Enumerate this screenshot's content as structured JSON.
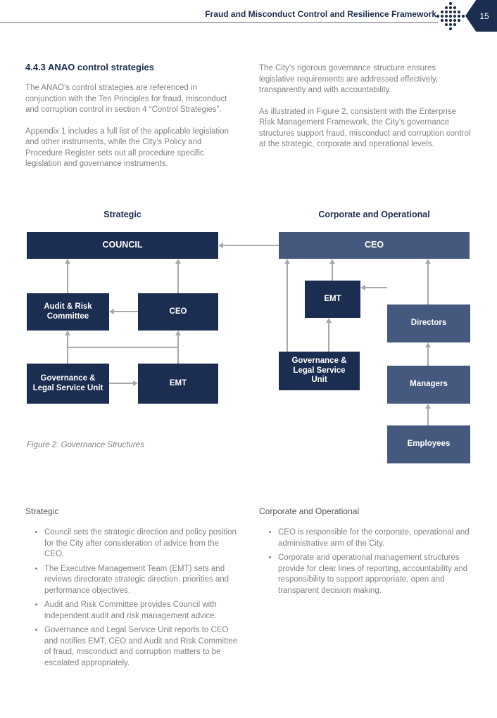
{
  "header": {
    "title": "Fraud and Misconduct Control and Resilience Framework",
    "page_number": "15"
  },
  "section": {
    "heading": "4.4.3 ANAO control strategies",
    "left_paragraphs": [
      "The ANAO’s control strategies are referenced in conjunction with the Ten Principles for fraud, misconduct and corruption control in section 4 “Control Strategies”.",
      "Appendix 1 includes a full list of the applicable legislation and other instruments, while the City’s Policy and Procedure Register sets out all procedure specific legislation and governance instruments."
    ],
    "right_paragraphs": [
      "The City’s rigorous governance structure ensures legislative requirements are addressed effectively, transparently and with accountability.",
      "As illustrated in Figure 2, consistent with the Enterprise Risk Management Framework, the City’s governance structures support fraud, misconduct and corruption control at the strategic, corporate and operational levels."
    ]
  },
  "diagram": {
    "left_heading": "Strategic",
    "right_heading": "Corporate and Operational",
    "caption": "Figure 2: Governance Structures",
    "boxes": {
      "council": "COUNCIL",
      "audit_risk": "Audit & Risk Committee",
      "ceo_left": "CEO",
      "gov_legal_left": "Governance & Legal Service Unit",
      "emt_left": "EMT",
      "ceo_right": "CEO",
      "emt_right": "EMT",
      "directors": "Directors",
      "gov_legal_right": "Governance & Legal Service Unit",
      "managers": "Managers",
      "employees": "Employees"
    }
  },
  "bottom": {
    "left": {
      "heading": "Strategic",
      "bullets": [
        "Council sets the strategic direction and policy position for the City after consideration of advice from the CEO.",
        "The Executive Management Team (EMT) sets and reviews directorate strategic direction, priorities and performance objectives.",
        "Audit and Risk Committee provides Council with independent audit and risk management advice.",
        "Governance and Legal Service Unit reports to CEO and notifies EMT, CEO and Audit and Risk Committee of fraud, misconduct and corruption matters to be escalated appropriately."
      ]
    },
    "right": {
      "heading": "Corporate and Operational",
      "bullets": [
        "CEO is responsible for the corporate, operational and administrative arm of the City.",
        "Corporate and operational management structures provide for clear lines of reporting, accountability and responsibility to support appropriate, open and transparent decision making."
      ]
    }
  },
  "colors": {
    "navy": "#1b2d50",
    "slate": "#45597e",
    "arrow": "#a6a8ab",
    "body_text": "#808285"
  }
}
